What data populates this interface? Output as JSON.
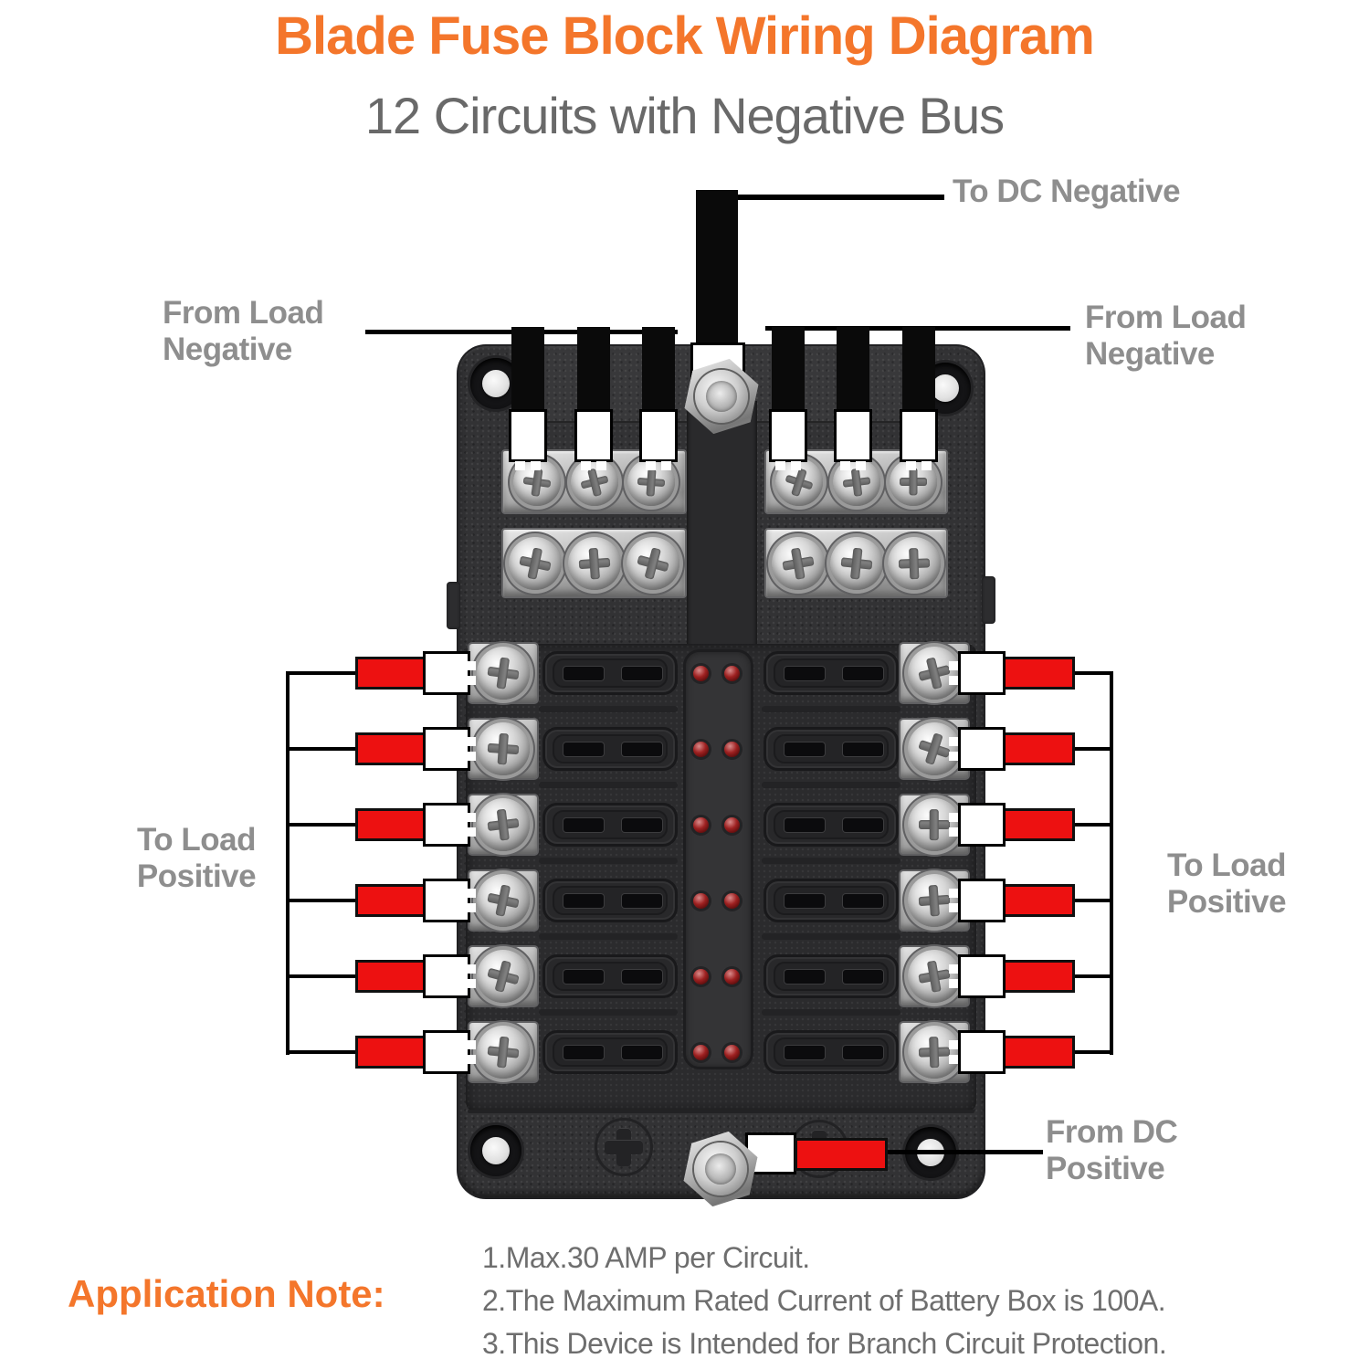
{
  "header": {
    "title": "Blade Fuse Block Wiring Diagram",
    "subtitle": "12 Circuits with Negative Bus"
  },
  "labels": {
    "to_dc_negative": "To DC Negative",
    "from_load_negative_left": "From Load Negative",
    "from_load_negative_right": "From Load Negative",
    "to_load_positive_left": "To Load Positive",
    "to_load_positive_right": "To Load Positive",
    "from_dc_positive": "From DC Positive"
  },
  "application_note": {
    "heading": "Application Note:",
    "items": [
      "1.Max.30 AMP per Circuit.",
      "2.The Maximum Rated Current of Battery Box is 100A.",
      "3.This Device is Intended for Branch Circuit Protection."
    ]
  },
  "fuse_block": {
    "total_circuits": 12,
    "circuit_rows_per_side": 6,
    "bus_bar_rows": 2,
    "bus_bars": 4,
    "bus_screws_per_bar": 3,
    "leds_per_row": 2,
    "top_wires_per_side": 3,
    "mount_holes": 4
  },
  "colors": {
    "accent_orange": "#F4762B",
    "label_gray": "#8E8E8E",
    "subtitle_gray": "#696969",
    "note_gray": "#6E6E6E",
    "wire_red": "#ED1111",
    "wire_black": "#0A0A0A",
    "body_dark": "#323234"
  }
}
